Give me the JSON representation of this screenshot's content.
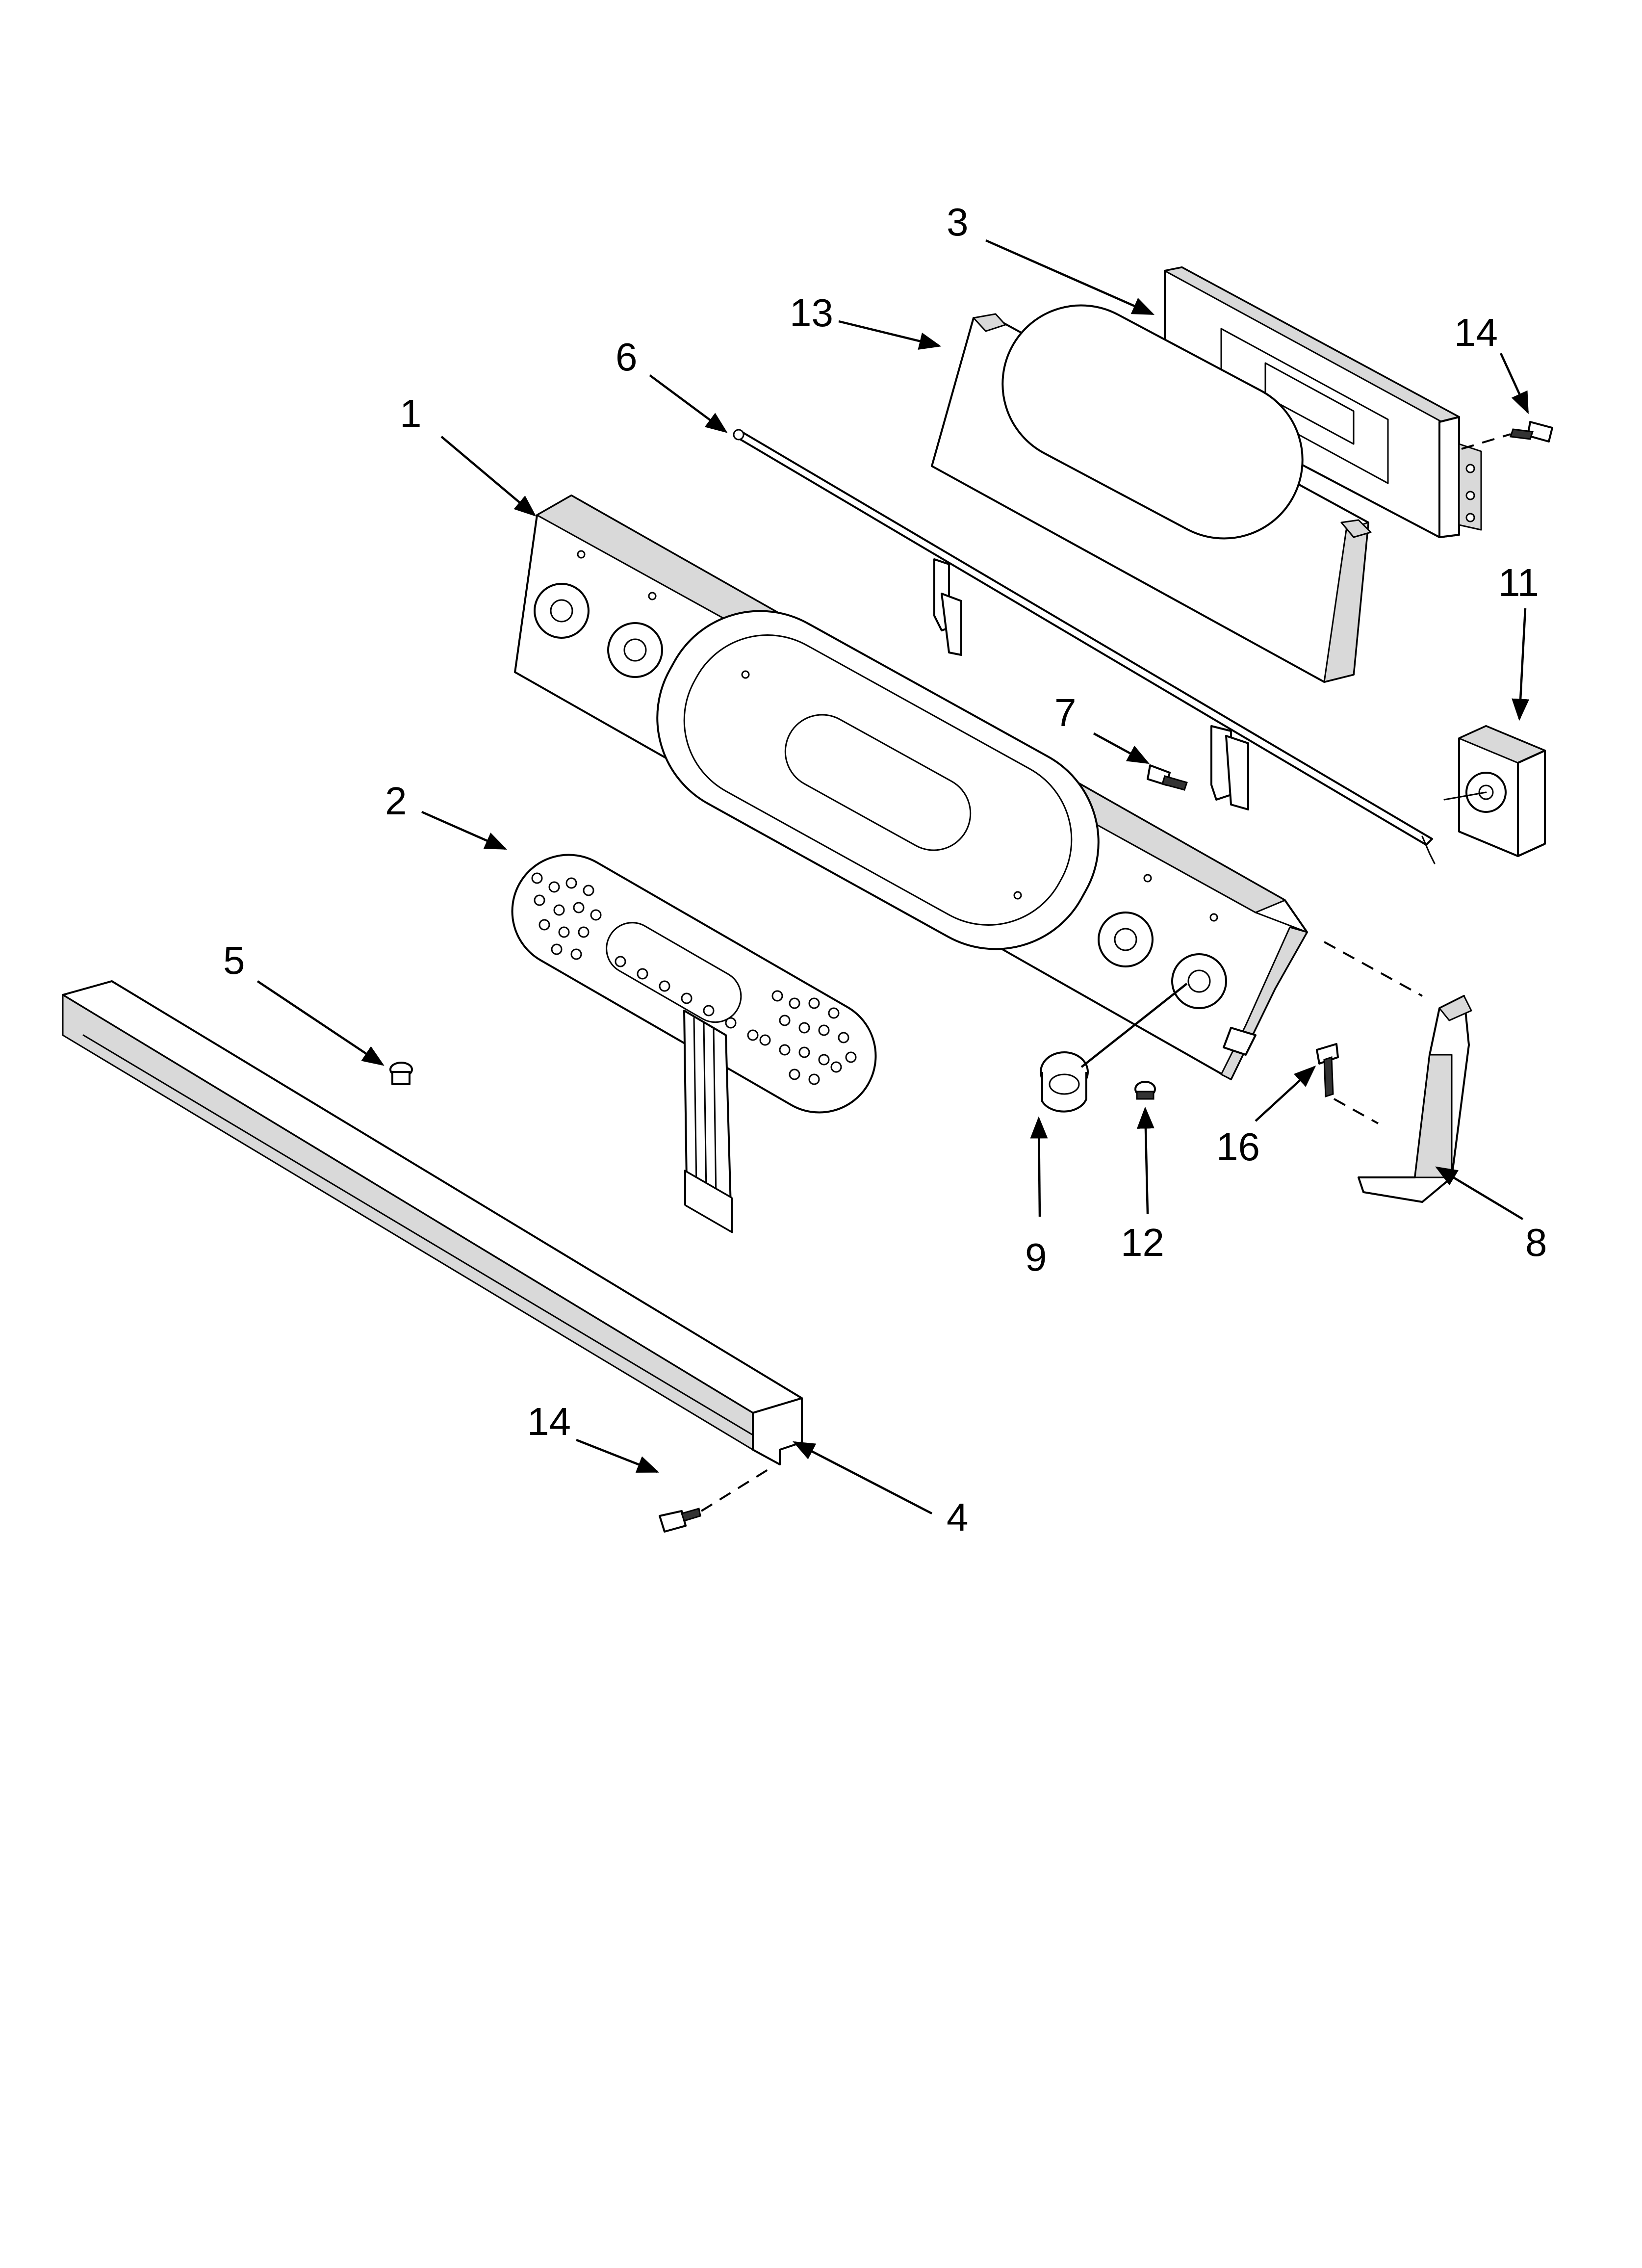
{
  "callouts": [
    {
      "id": "c1",
      "label": "1"
    },
    {
      "id": "c2",
      "label": "2"
    },
    {
      "id": "c3",
      "label": "3"
    },
    {
      "id": "c4",
      "label": "4"
    },
    {
      "id": "c5",
      "label": "5"
    },
    {
      "id": "c6",
      "label": "6"
    },
    {
      "id": "c7",
      "label": "7"
    },
    {
      "id": "c8",
      "label": "8"
    },
    {
      "id": "c9",
      "label": "9"
    },
    {
      "id": "c11",
      "label": "11"
    },
    {
      "id": "c12",
      "label": "12"
    },
    {
      "id": "c13",
      "label": "13"
    },
    {
      "id": "c14a",
      "label": "14"
    },
    {
      "id": "c14b",
      "label": "14"
    },
    {
      "id": "c16",
      "label": "16"
    }
  ]
}
